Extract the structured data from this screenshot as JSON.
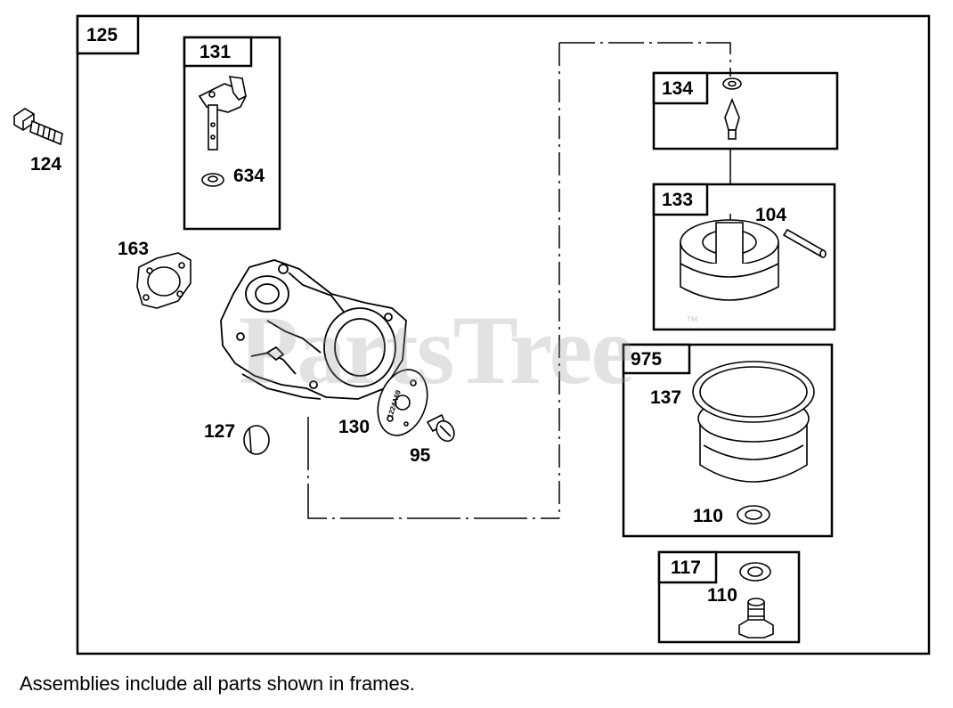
{
  "frames": {
    "main": "125",
    "throttle": "131",
    "needle": "134",
    "float": "133",
    "bowl_kit": "975",
    "bolt_kit": "117"
  },
  "parts": {
    "bolt": "124",
    "washer_634": "634",
    "gasket": "163",
    "plug": "127",
    "plate": "130",
    "screw": "95",
    "pin": "104",
    "oring": "137",
    "washer_bowl": "110",
    "washer_bolt": "110"
  },
  "plate_stamp": "1224A69",
  "watermark": "PartsTree",
  "watermark_tm": "™",
  "caption": "Assemblies include all parts shown in frames."
}
